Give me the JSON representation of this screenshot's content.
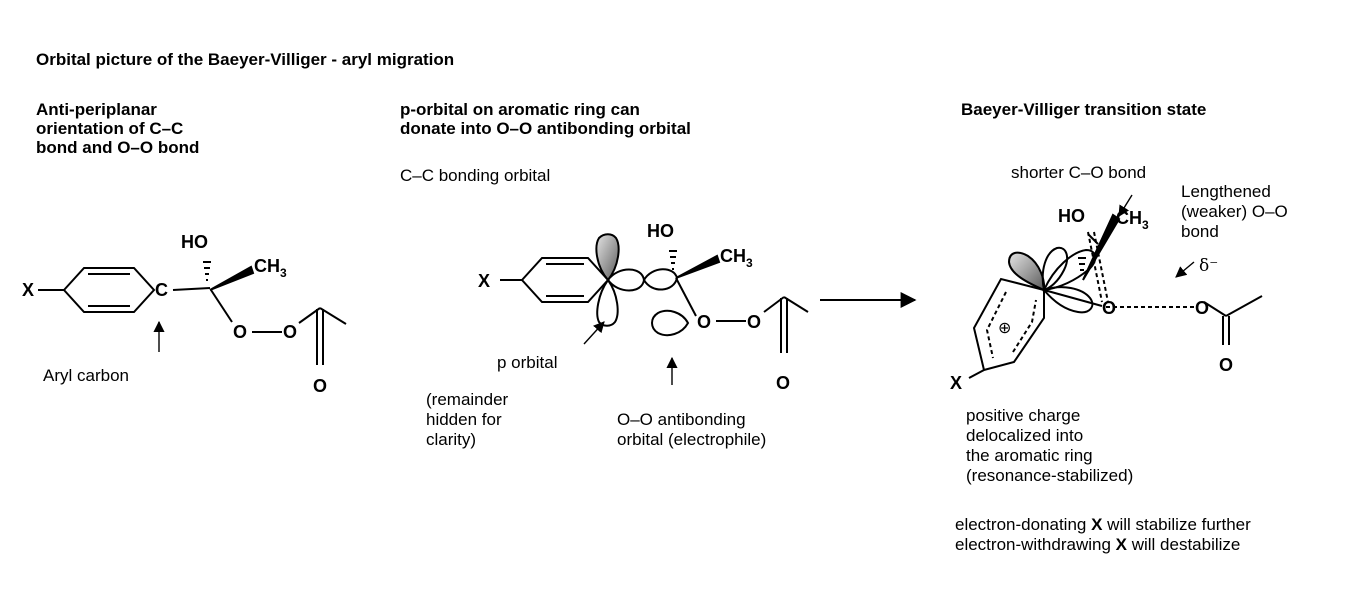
{
  "title": "Orbital picture of the Baeyer-Villiger - aryl migration",
  "sections": {
    "left": {
      "heading_lines": [
        "Anti-periplanar",
        "orientation of C–C",
        "bond and O–O bond"
      ],
      "aryl_carbon_label": "Aryl carbon"
    },
    "middle": {
      "heading_lines": [
        "p-orbital on aromatic ring can",
        "donate into O–O antibonding orbital"
      ],
      "cc_bonding_label": "C–C bonding orbital",
      "p_orbital_label": "p orbital",
      "remainder_label": "(remainder\nhidden for\nclarity)",
      "antibonding_label": "O–O antibonding\norbital (electrophile)"
    },
    "right": {
      "heading": "Baeyer-Villiger transition state",
      "shorter_bond_label": "shorter C–O bond",
      "lengthened_label": "Lengthened\n(weaker) O–O\nbond",
      "delta_label": "δ⁻",
      "positive_charge_label": "positive charge\ndelocalized into\nthe aromatic ring\n(resonance-stabilized)",
      "donating_note": {
        "before": "electron-donating ",
        "x": "X",
        "after": " will stabilize further"
      },
      "withdrawing_note": {
        "before": "electron-withdrawing ",
        "x": "X",
        "after": " will destabilize"
      }
    }
  },
  "atoms": {
    "X": "X",
    "C": "C",
    "HO": "HO",
    "CH": "CH",
    "three": "3",
    "O": "O",
    "plus": "⊕"
  }
}
